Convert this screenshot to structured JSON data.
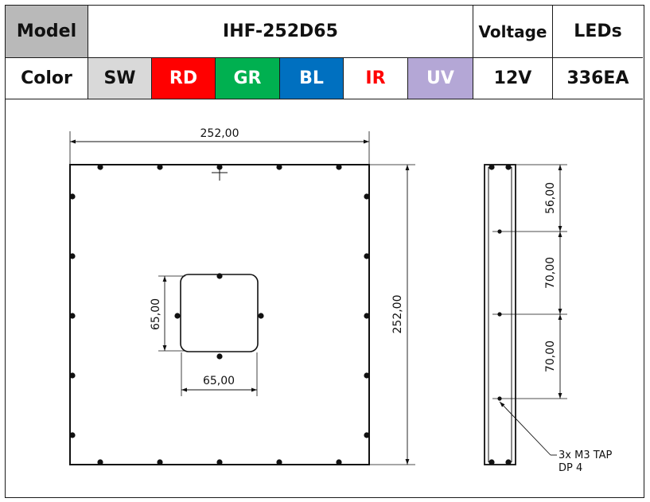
{
  "table": {
    "model_label": "Model",
    "model_value": "IHF-252D65",
    "voltage_label": "Voltage",
    "leds_label": "LEDs",
    "color_label": "Color",
    "colors": [
      {
        "label": "SW",
        "bg": "#d9d9d9",
        "fg": "#111111"
      },
      {
        "label": "RD",
        "bg": "#ff0000",
        "fg": "#ffffff"
      },
      {
        "label": "GR",
        "bg": "#00b050",
        "fg": "#ffffff"
      },
      {
        "label": "BL",
        "bg": "#0070c0",
        "fg": "#ffffff"
      },
      {
        "label": "IR",
        "bg": "#ffffff",
        "fg": "#ff0000"
      },
      {
        "label": "UV",
        "bg": "#b4a7d6",
        "fg": "#ffffff"
      }
    ],
    "voltage_value": "12V",
    "leds_value": "336EA"
  },
  "drawing": {
    "overall_width": "252,00",
    "overall_height": "252,00",
    "cutout_width": "65,00",
    "cutout_height": "65,00",
    "side_dim_1": "56,00",
    "side_dim_2": "70,00",
    "side_dim_3": "70,00",
    "note_line1": "3x M3 TAP",
    "note_line2": "DP 4"
  }
}
